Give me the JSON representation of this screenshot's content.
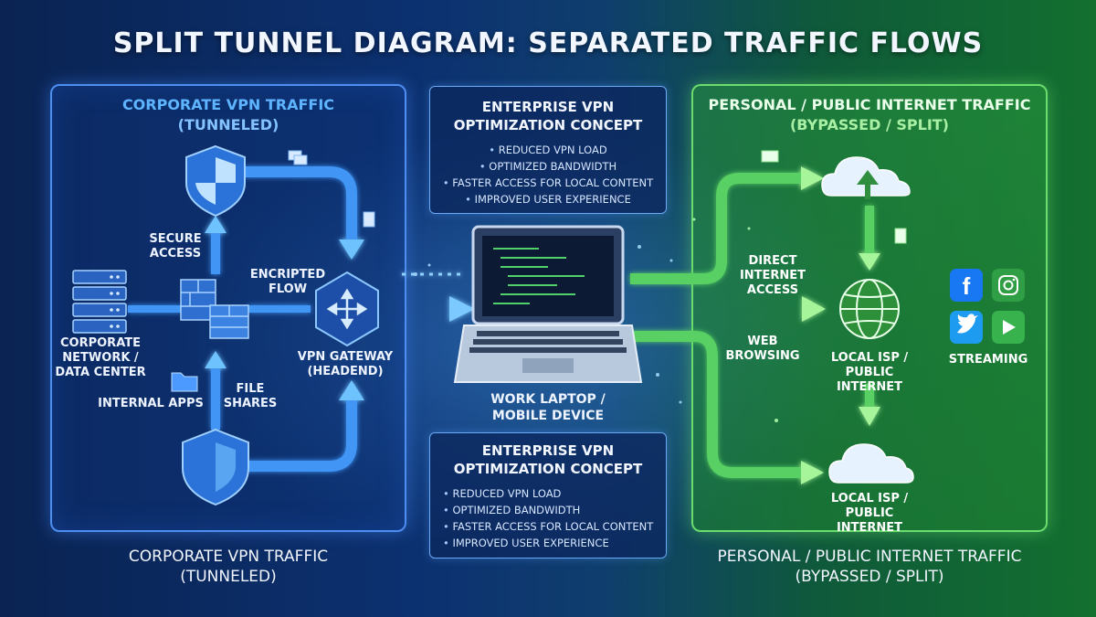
{
  "title": "SPLIT TUNNEL DIAGRAM: SEPARATED TRAFFIC FLOWS",
  "left_panel": {
    "heading": "CORPORATE VPN TRAFFIC",
    "subheading": "(TUNNELED)",
    "labels": {
      "secure_access": [
        "SECURE",
        "ACCESS"
      ],
      "encrypted_flow": [
        "ENCRIPTED",
        "FLOW"
      ],
      "corporate_network": [
        "CORPORATE",
        "NETWORK /",
        "DATA CENTER"
      ],
      "vpn_gateway": [
        "VPN GATEWAY",
        "(HEADEND)"
      ],
      "internal_apps": "INTERNAL APPS",
      "file_shares": [
        "FILE",
        "SHARES"
      ]
    },
    "caption": [
      "CORPORATE VPN TRAFFIC",
      "(TUNNELED)"
    ]
  },
  "center": {
    "top_box": {
      "title": [
        "ENTERPRISE VPN",
        "OPTIMIZATION CONCEPT"
      ],
      "items": [
        "REDUCED VPN LOAD",
        "OPTIMIZED BANDWIDTH",
        "FASTER ACCESS FOR LOCAL CONTENT",
        "IMPROVED USER EXPERIENCE"
      ]
    },
    "laptop_label": [
      "WORK LAPTOP /",
      "MOBILE DEVICE"
    ],
    "bottom_box": {
      "title": [
        "ENTERPRISE VPN",
        "OPTIMIZATION CONCEPT"
      ],
      "items": [
        "REDUCED VPN LOAD",
        "OPTIMIZED BANDWIDTH",
        "FASTER ACCESS FOR LOCAL CONTENT",
        "IMPROVED USER EXPERIENCE"
      ]
    }
  },
  "right_panel": {
    "heading": "PERSONAL / PUBLIC INTERNET TRAFFIC",
    "subheading": "(BYPASSED / SPLIT)",
    "labels": {
      "direct_access": [
        "DIRECT",
        "INTERNET",
        "ACCESS"
      ],
      "web_browsing": [
        "WEB",
        "BROWSING"
      ],
      "isp_middle": [
        "LOCAL ISP /",
        "PUBLIC INTERNET"
      ],
      "streaming": "STREAMING",
      "isp_bottom": [
        "LOCAL ISP /",
        "PUBLIC INTERNET"
      ]
    },
    "caption": [
      "PERSONAL / PUBLIC INTERNET TRAFFIC",
      "(BYPASSED / SPLIT)"
    ]
  },
  "colors": {
    "corporate_blue": "#4d8ef0",
    "public_green": "#6bdc6e",
    "facebook": "#1877f2",
    "instagram": "#2f9e44",
    "twitter": "#1d9bf0",
    "streaming": "#37b24d"
  },
  "icons": [
    "shield-icon",
    "firewall-icon",
    "server-rack-icon",
    "folder-icon",
    "router-icon",
    "laptop-icon",
    "cloud-icon",
    "globe-icon",
    "facebook-icon",
    "instagram-icon",
    "twitter-icon",
    "play-icon",
    "document-icon"
  ]
}
